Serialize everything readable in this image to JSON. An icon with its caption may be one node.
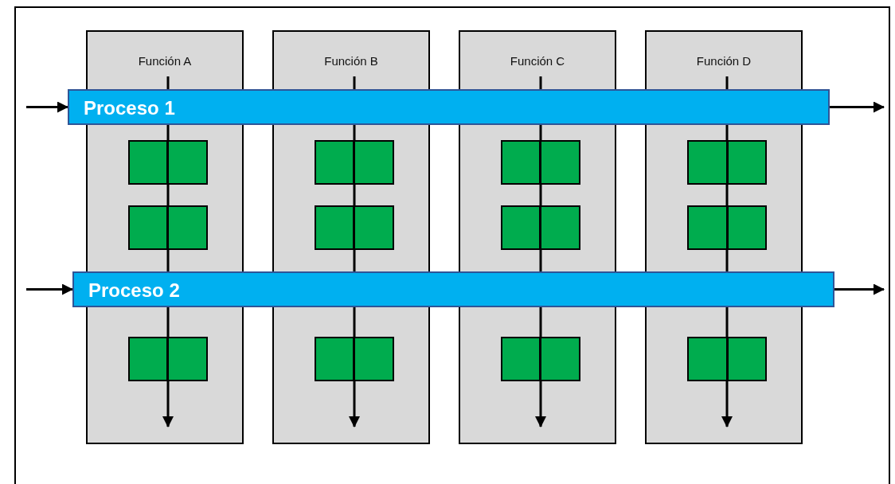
{
  "diagram": {
    "nodes": [
      {
        "text": [
          "Función A"
        ]
      },
      {
        "text": [
          "Función B"
        ]
      },
      {
        "text": [
          "Función C"
        ]
      },
      {
        "text": [
          "Función D"
        ]
      },
      {
        "text": [
          "Proceso 1"
        ]
      },
      {
        "text": [
          "Proceso 2"
        ]
      },
      {
        "text": [],
        "shape": "box",
        "in": 0
      },
      {
        "text": [],
        "shape": "box",
        "in": 0
      },
      {
        "text": [],
        "shape": "box",
        "in": 0
      },
      {
        "text": [],
        "shape": "box",
        "in": 1
      },
      {
        "text": [],
        "shape": "box",
        "in": 1
      },
      {
        "text": [],
        "shape": "box",
        "in": 1
      },
      {
        "text": [],
        "shape": "box",
        "in": 2
      },
      {
        "text": [],
        "shape": "box",
        "in": 2
      },
      {
        "text": [],
        "shape": "box",
        "in": 2
      },
      {
        "text": [],
        "shape": "box",
        "in": 3
      },
      {
        "text": [],
        "shape": "box",
        "in": 3
      },
      {
        "text": [],
        "shape": "box",
        "in": 3
      }
    ],
    "edges": [
      {
        "from": null,
        "to": 4,
        "arrow": "to"
      },
      {
        "from": 4,
        "to": null,
        "arrow": "to"
      },
      {
        "from": null,
        "to": 5,
        "arrow": "to"
      },
      {
        "from": 5,
        "to": null,
        "arrow": "to"
      },
      {
        "from": null,
        "to": 4,
        "arrow": "none"
      },
      {
        "from": 4,
        "to": 6,
        "arrow": "none"
      },
      {
        "from": 6,
        "to": 7,
        "arrow": "none"
      },
      {
        "from": 7,
        "to": 5,
        "arrow": "none"
      },
      {
        "from": 5,
        "to": 8,
        "arrow": "none"
      },
      {
        "from": 8,
        "to": null,
        "arrow": "to"
      },
      {
        "from": null,
        "to": 4,
        "arrow": "none"
      },
      {
        "from": 4,
        "to": 9,
        "arrow": "none"
      },
      {
        "from": 9,
        "to": 10,
        "arrow": "none"
      },
      {
        "from": 10,
        "to": 5,
        "arrow": "none"
      },
      {
        "from": 5,
        "to": 11,
        "arrow": "none"
      },
      {
        "from": 11,
        "to": null,
        "arrow": "to"
      },
      {
        "from": null,
        "to": 4,
        "arrow": "none"
      },
      {
        "from": 4,
        "to": 12,
        "arrow": "none"
      },
      {
        "from": 12,
        "to": 13,
        "arrow": "none"
      },
      {
        "from": 13,
        "to": 5,
        "arrow": "none"
      },
      {
        "from": 5,
        "to": 14,
        "arrow": "none"
      },
      {
        "from": 14,
        "to": null,
        "arrow": "to"
      },
      {
        "from": null,
        "to": 4,
        "arrow": "none"
      },
      {
        "from": 4,
        "to": 15,
        "arrow": "none"
      },
      {
        "from": 15,
        "to": 16,
        "arrow": "none"
      },
      {
        "from": 16,
        "to": 5,
        "arrow": "none"
      },
      {
        "from": 5,
        "to": 17,
        "arrow": "none"
      },
      {
        "from": 17,
        "to": null,
        "arrow": "to"
      }
    ]
  }
}
